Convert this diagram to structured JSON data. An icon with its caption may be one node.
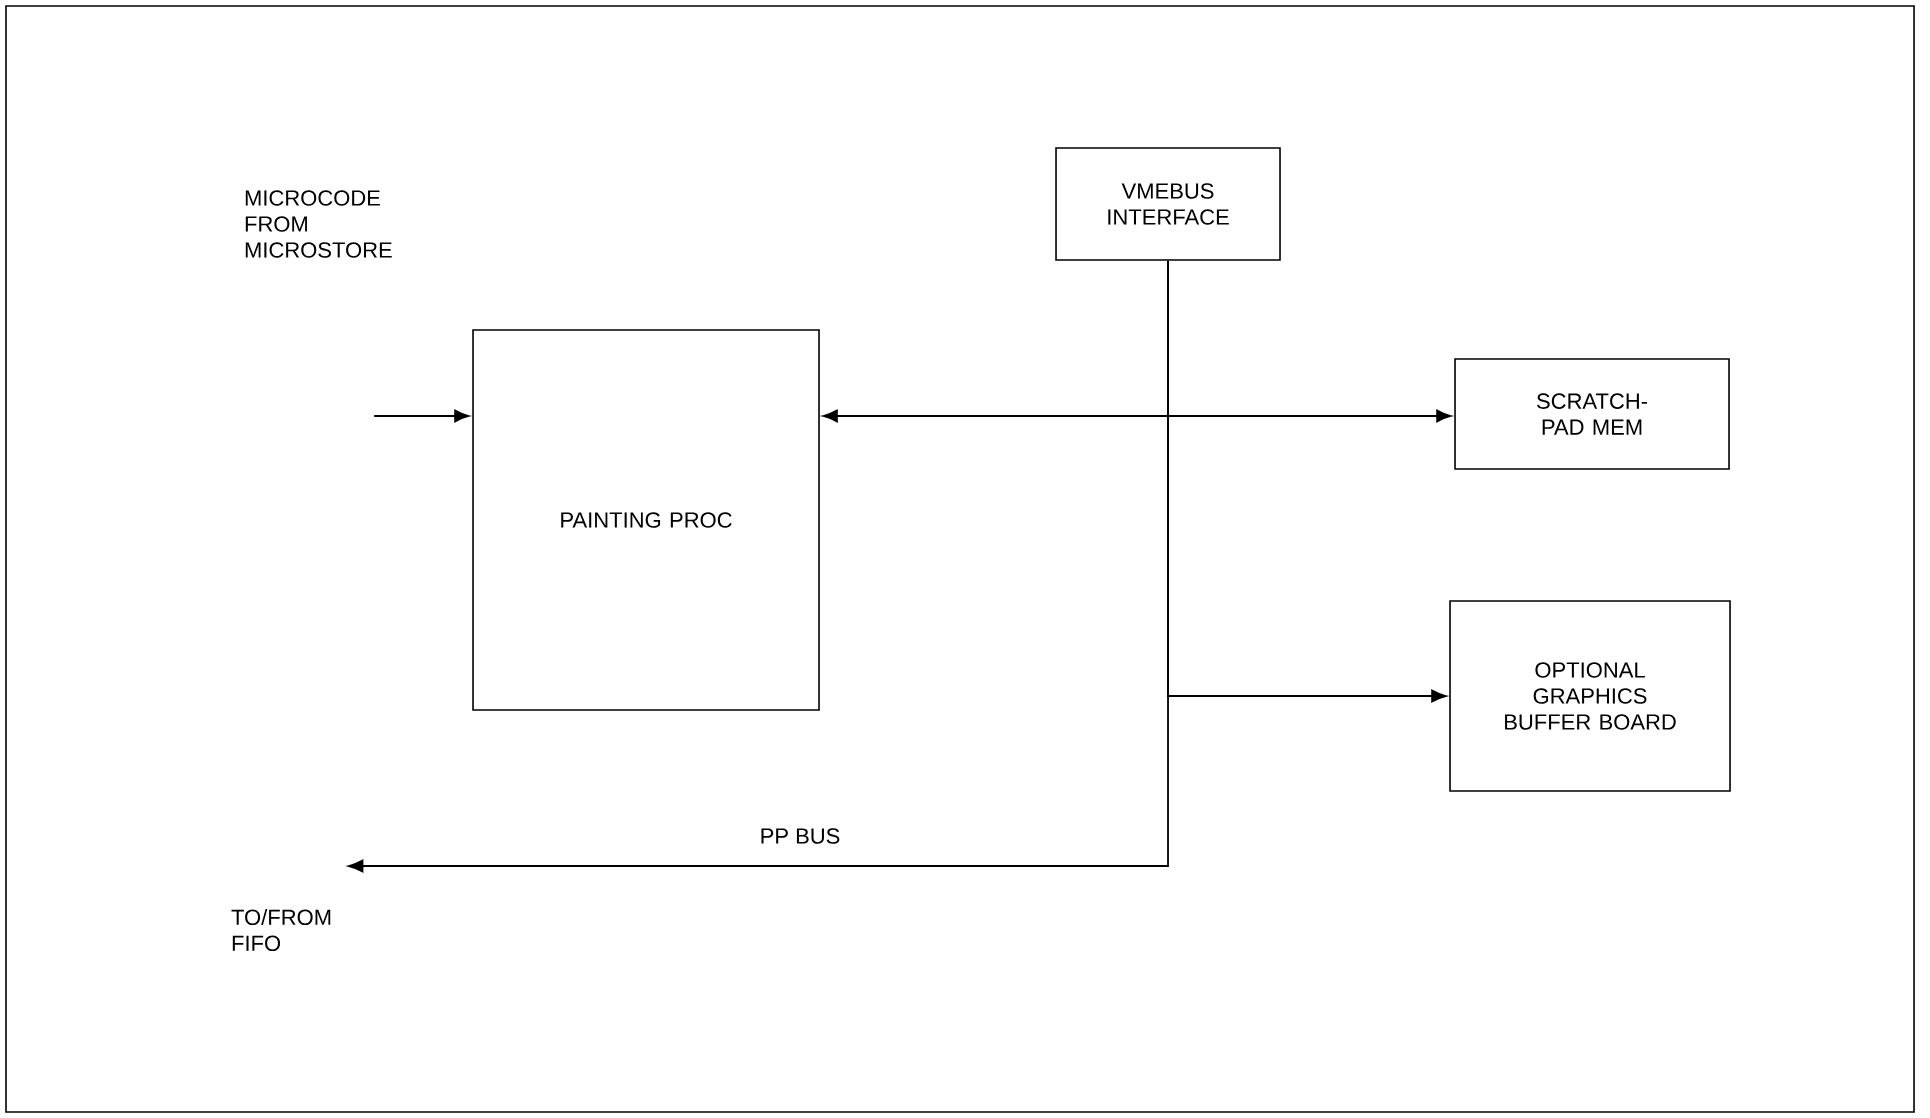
{
  "diagram": {
    "nodes": [
      {
        "text": [
          "PAINTING PROC"
        ]
      },
      {
        "text": [
          "VMEBUS INTERFACE"
        ]
      },
      {
        "text": [
          "SCRATCH-PAD MEM"
        ]
      },
      {
        "text": [
          "OPTIONAL GRAPHICS BUFFER BOARD"
        ]
      },
      {
        "text": [
          "TO/FROM FIFO"
        ]
      }
    ],
    "edges": [
      {
        "from": null,
        "to": 0,
        "arrow": "to"
      },
      {
        "from": 0,
        "to": 2,
        "arrow": "both"
      },
      {
        "from": 1,
        "to": 3,
        "arrow": "to"
      },
      {
        "from": 1,
        "to": 4,
        "arrow": "to",
        "label": "PP BUS"
      }
    ],
    "labels": [
      "MICROCODE FROM MICROSTORE"
    ]
  }
}
